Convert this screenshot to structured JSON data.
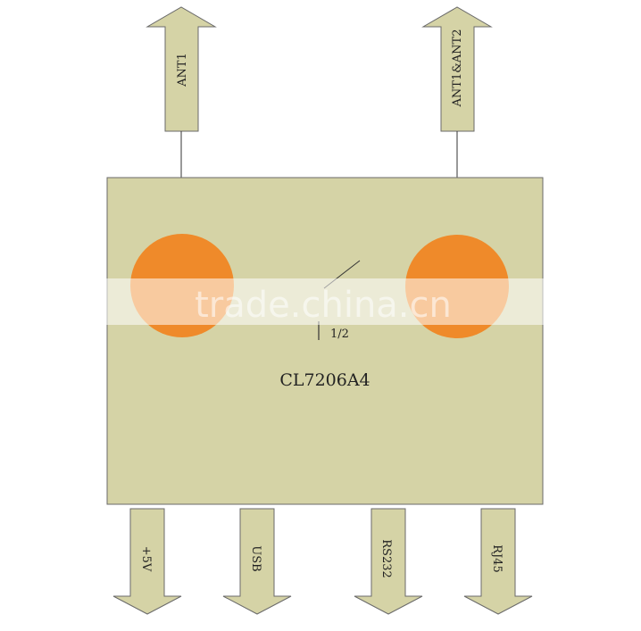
{
  "diagram": {
    "module_label": "CL7206A4",
    "switch_label": "1/2",
    "top_arrows": [
      {
        "label": "ANT1"
      },
      {
        "label": "ANT1&ANT2"
      }
    ],
    "bottom_arrows": [
      {
        "label": "+5V"
      },
      {
        "label": "USB"
      },
      {
        "label": "RS232"
      },
      {
        "label": "RJ45"
      }
    ],
    "colors": {
      "module_fill": "#d5d3a6",
      "arrow_fill": "#d5d3a6",
      "antenna_fill": "#ef8a2a",
      "outline": "#6a6a6a"
    }
  },
  "watermark": {
    "text": "trade.china.cn"
  }
}
